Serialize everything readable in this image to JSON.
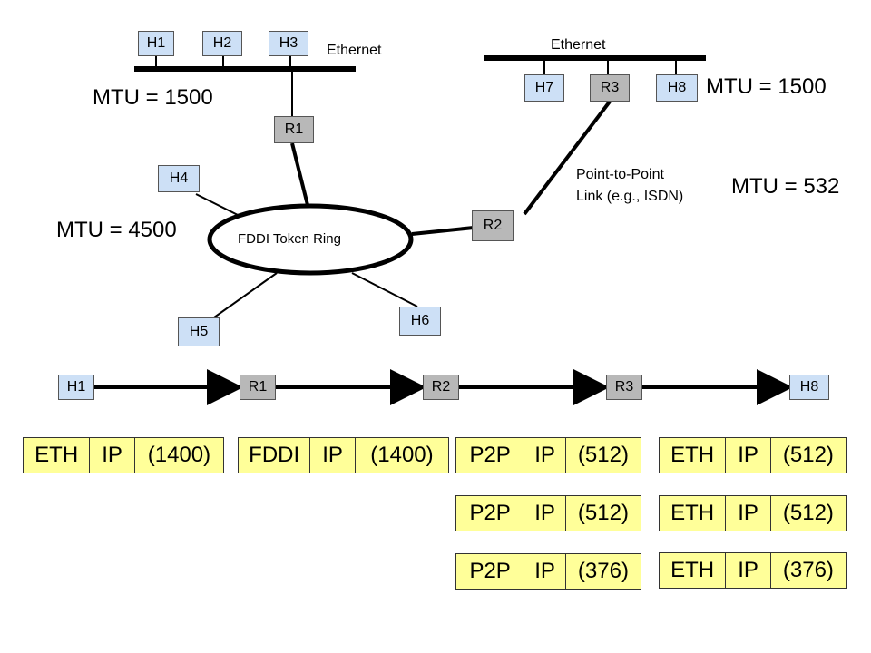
{
  "network": {
    "hosts": {
      "h1": "H1",
      "h2": "H2",
      "h3": "H3",
      "h4": "H4",
      "h5": "H5",
      "h6": "H6",
      "h7": "H7",
      "h8": "H8"
    },
    "routers": {
      "r1": "R1",
      "r2": "R2",
      "r3": "R3"
    },
    "ethernet_left_label": "Ethernet",
    "ethernet_right_label": "Ethernet",
    "fddi_label": "FDDI Token Ring",
    "p2p_label_line1": "Point-to-Point",
    "p2p_label_line2": "Link (e.g., ISDN)",
    "mtu_left_ethernet": "MTU = 1500",
    "mtu_right_ethernet": "MTU = 1500",
    "mtu_fddi": "MTU = 4500",
    "mtu_p2p": "MTU = 532"
  },
  "path": [
    "H1",
    "R1",
    "R2",
    "R3",
    "H8"
  ],
  "packets": {
    "col1": [
      {
        "link": "ETH",
        "ip": "IP",
        "size": "(1400)"
      }
    ],
    "col2": [
      {
        "link": "FDDI",
        "ip": "IP",
        "size": "(1400)"
      }
    ],
    "col3": [
      {
        "link": "P2P",
        "ip": "IP",
        "size": "(512)"
      },
      {
        "link": "P2P",
        "ip": "IP",
        "size": "(512)"
      },
      {
        "link": "P2P",
        "ip": "IP",
        "size": "(376)"
      }
    ],
    "col4": [
      {
        "link": "ETH",
        "ip": "IP",
        "size": "(512)"
      },
      {
        "link": "ETH",
        "ip": "IP",
        "size": "(512)"
      },
      {
        "link": "ETH",
        "ip": "IP",
        "size": "(376)"
      }
    ]
  },
  "colors": {
    "host": "#cde0f6",
    "router": "#b8b8b8",
    "packet": "#ffff99"
  }
}
